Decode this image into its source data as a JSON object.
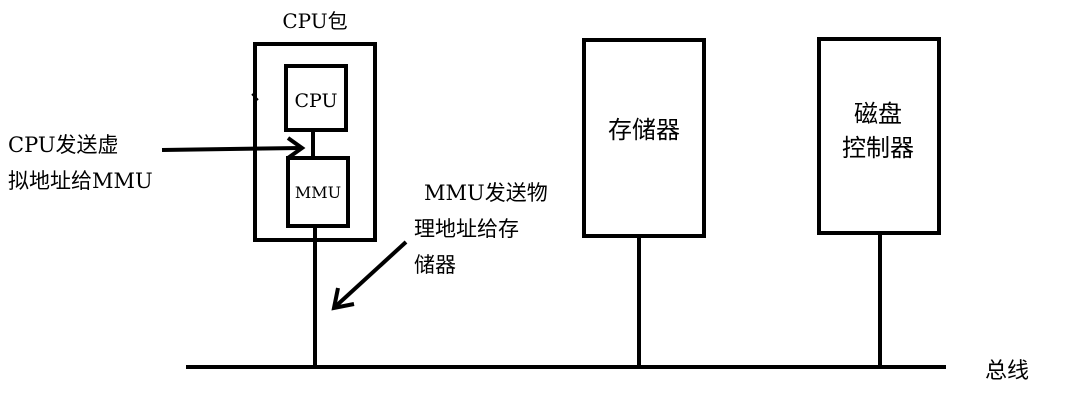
{
  "diagram": {
    "cpu_package_label": "CPU包",
    "cpu_label": "CPU",
    "mmu_label": "MMU",
    "memory_label": "存储器",
    "disk_controller_label": [
      "磁盘",
      "控制器"
    ],
    "bus_label": "总线",
    "cpu_to_mmu_note": [
      "CPU发送虚",
      "拟地址给MMU"
    ],
    "mmu_to_memory_note": [
      "MMU发送物",
      "理地址给存",
      "储器"
    ]
  }
}
